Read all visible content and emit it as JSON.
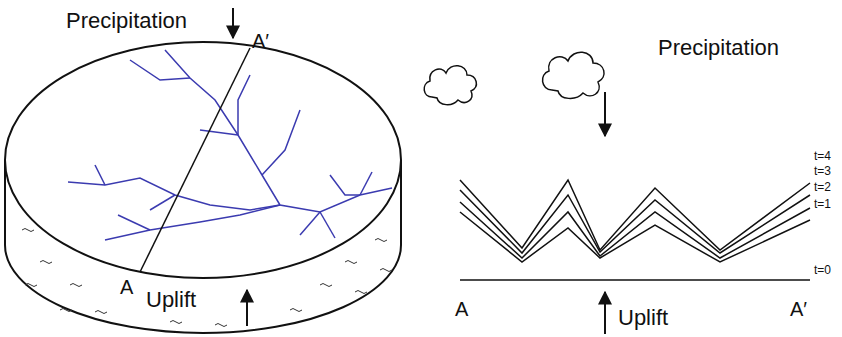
{
  "diagram": {
    "labels": [
      "Precipitation",
      "A′",
      "A",
      "Uplift",
      "Precipitation",
      "t=4",
      "t=3",
      "t=2",
      "t=1",
      "t=0",
      "A",
      "A′",
      "Uplift"
    ]
  }
}
